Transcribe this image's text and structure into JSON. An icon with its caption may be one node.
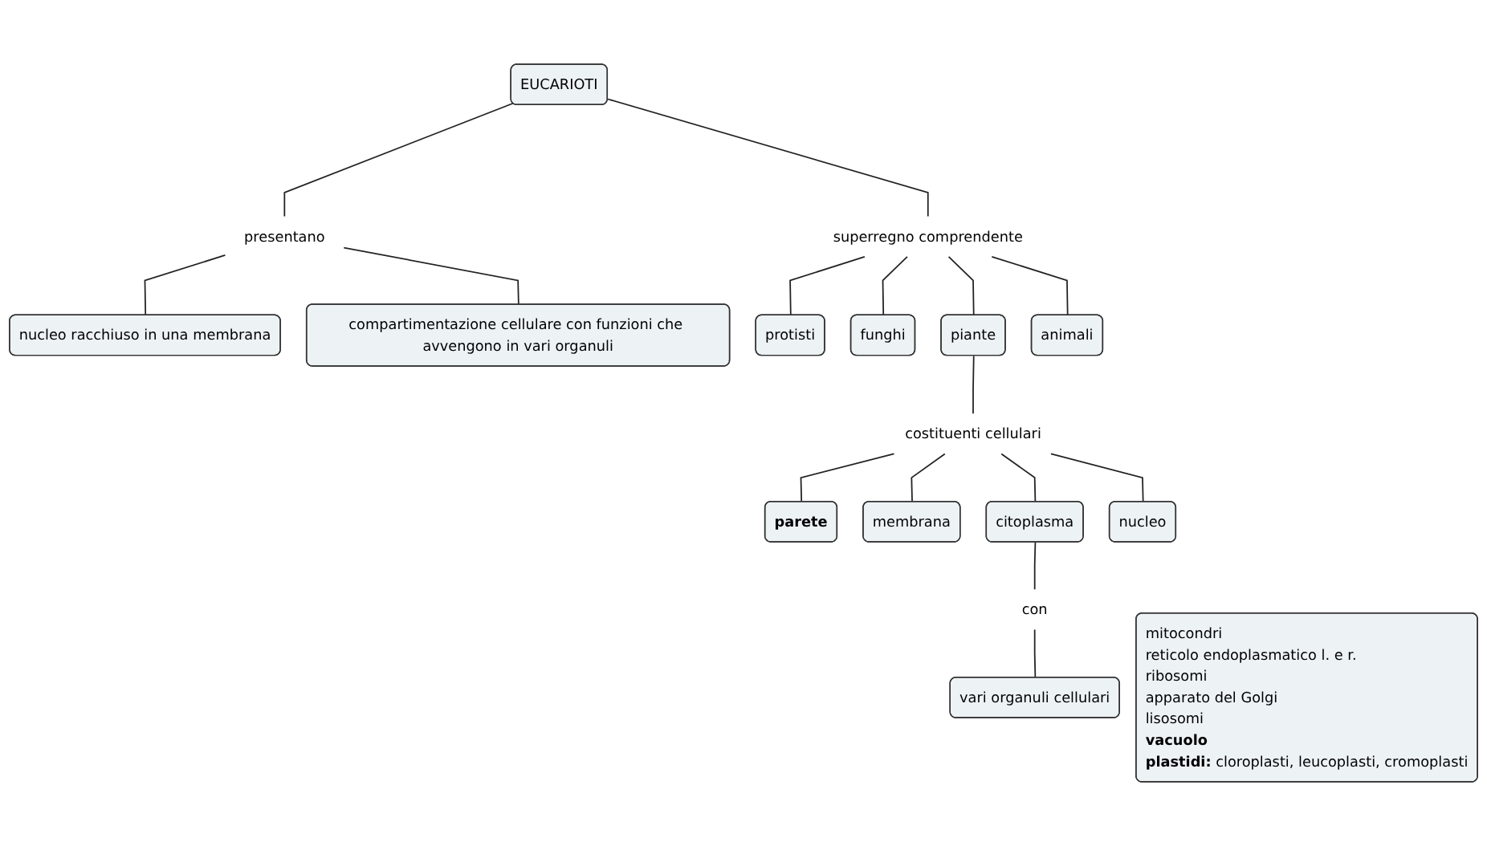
{
  "diagram": {
    "nodes": [
      {
        "text": [
          "EUCARIOTI"
        ]
      },
      {
        "text": [
          "presentano"
        ]
      },
      {
        "text": [
          "nucleo racchiuso in una membrana"
        ]
      },
      {
        "text": [
          "compartimentazione cellulare con funzioni che avvengono in vari organuli"
        ]
      },
      {
        "text": [
          "superregno comprendente"
        ]
      },
      {
        "text": [
          "protisti"
        ]
      },
      {
        "text": [
          "funghi"
        ]
      },
      {
        "text": [
          "piante"
        ]
      },
      {
        "text": [
          "animali"
        ]
      },
      {
        "text": [
          "costituenti cellulari"
        ]
      },
      {
        "text": [
          "parete"
        ]
      },
      {
        "text": [
          "membrana"
        ]
      },
      {
        "text": [
          "citoplasma"
        ]
      },
      {
        "text": [
          "nucleo"
        ]
      },
      {
        "text": [
          "con"
        ]
      },
      {
        "text": [
          "vari organuli cellulari"
        ]
      },
      {
        "text": [
          "mitocondri",
          "reticolo endoplasmatico l. e r.",
          "ribosomi",
          "apparato del Golgi",
          "lisosomi",
          "vacuolo",
          "**plastidi:** cloroplasti, leucoplasti, cromoplasti"
        ]
      }
    ],
    "edges": [
      {
        "from": 0,
        "to": 1,
        "arrow": "none"
      },
      {
        "from": 1,
        "to": 2,
        "arrow": "none"
      },
      {
        "from": 1,
        "to": 3,
        "arrow": "none"
      },
      {
        "from": 0,
        "to": 4,
        "arrow": "none"
      },
      {
        "from": 4,
        "to": 5,
        "arrow": "none"
      },
      {
        "from": 4,
        "to": 6,
        "arrow": "none"
      },
      {
        "from": 4,
        "to": 7,
        "arrow": "none"
      },
      {
        "from": 4,
        "to": 8,
        "arrow": "none"
      },
      {
        "from": 7,
        "to": 9,
        "arrow": "none"
      },
      {
        "from": 9,
        "to": 10,
        "arrow": "none"
      },
      {
        "from": 9,
        "to": 11,
        "arrow": "none"
      },
      {
        "from": 9,
        "to": 12,
        "arrow": "none"
      },
      {
        "from": 9,
        "to": 13,
        "arrow": "none"
      },
      {
        "from": 12,
        "to": 14,
        "arrow": "none"
      },
      {
        "from": 14,
        "to": 15,
        "arrow": "none"
      }
    ]
  }
}
